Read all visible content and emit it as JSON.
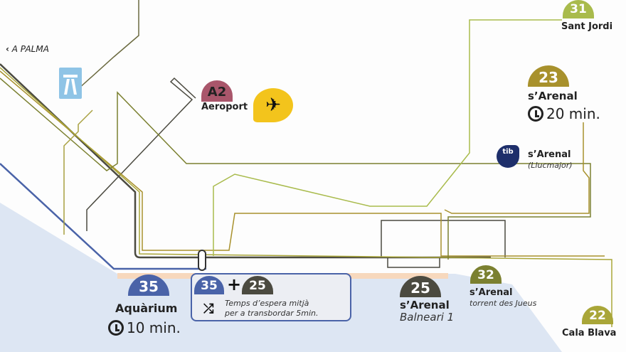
{
  "colors": {
    "line35": "#4a63a8",
    "line25": "#4b4a40",
    "line32": "#7b8030",
    "line31": "#a9bb4c",
    "line23": "#a8912c",
    "line22": "#a9a638",
    "airportA2": "#a9566b",
    "plane": "#f3c41c",
    "highway": "#8fc4e6",
    "sea": "#dde6f3",
    "beach": "#f7d8bd",
    "tib": "#1e2f6b"
  },
  "direction": {
    "label": "A PALMA",
    "icon": "chevron-left-icon"
  },
  "airport": {
    "badge": "A2",
    "label": "Aeroport",
    "icon": "airplane-departure-icon"
  },
  "highway_icon": "motorway-icon",
  "stops": [
    {
      "line": "35",
      "name": "Aquàrium",
      "time": "10 min."
    },
    {
      "line": "25",
      "name": "s’Arenal",
      "sub": "Balneari 1"
    },
    {
      "line": "32",
      "name": "s’Arenal",
      "sub": "torrent des Jueus"
    },
    {
      "line": "22",
      "name": "Cala Blava"
    },
    {
      "line": "31",
      "name": "Sant Jordi"
    },
    {
      "line": "23",
      "name": "s’Arenal",
      "time": "20 min."
    }
  ],
  "tib": {
    "logo": "tib",
    "name": "s’Arenal",
    "sub": "(Llucmajor)"
  },
  "transfer": {
    "line_a": "35",
    "plus": "+",
    "line_b": "25",
    "text1": "Temps d’espera mitjà",
    "text2": "per a transbordar 5min.",
    "icon": "shuffle-icon"
  }
}
